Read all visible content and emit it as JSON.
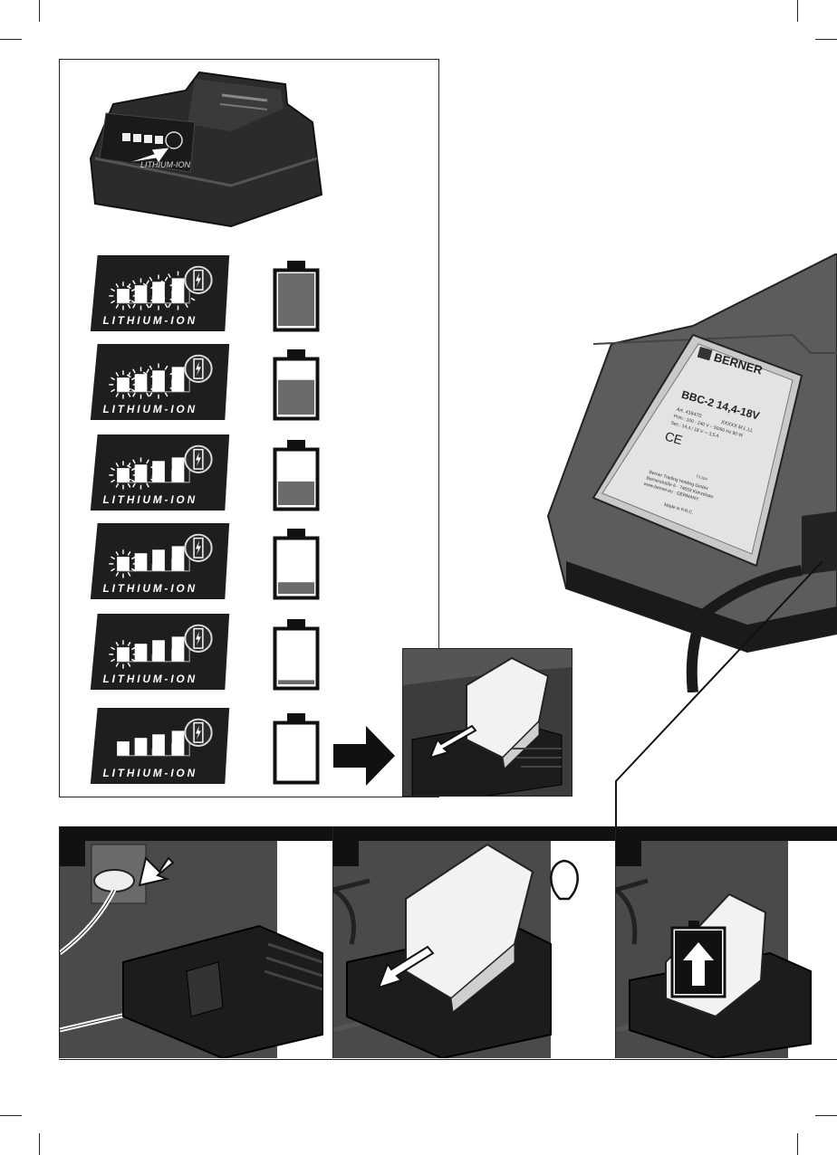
{
  "brand": {
    "pack_label": "LITHIUM-ION",
    "logo": "BERNER",
    "model": "BBC-2 14,4-18V",
    "art_no": "Art. 416470",
    "serial": "XXXXX M.L.LL",
    "prim": "Prim.: 100 - 240 V ~ 50/60 Hz 90 W",
    "sec": "Sec.: 14,4 / 18 V ⎓ 3,5 A",
    "company": "Berner Trading Holding GmbH",
    "address": "Bernerstraße 6 · 74653 Künzelsau",
    "web": "www.berner.eu · GERMANY",
    "made": "Made in P.R.C.",
    "ce": "CE",
    "fuse": "T3.15A"
  },
  "charge_levels": [
    {
      "leds_lit": 4,
      "blinking": 4,
      "fill": 1.0
    },
    {
      "leds_lit": 3,
      "blinking": 3,
      "fill": 0.66
    },
    {
      "leds_lit": 2,
      "blinking": 2,
      "fill": 0.45
    },
    {
      "leds_lit": 1,
      "blinking": 1,
      "fill": 0.22
    },
    {
      "leds_lit": 1,
      "blinking": 1,
      "fill": 0.08
    },
    {
      "leds_lit": 0,
      "blinking": 0,
      "fill": 0.0
    }
  ],
  "icons": [
    "battery-pack-icon",
    "battery-level-icon",
    "arrow-right-icon",
    "charger-icon",
    "plug-icon",
    "lightbulb-icon",
    "battery-charge-up-icon"
  ],
  "colors": {
    "fill": "#6b6b6b",
    "dark": "#1e1e1e",
    "housing": "#5a5a5a"
  }
}
